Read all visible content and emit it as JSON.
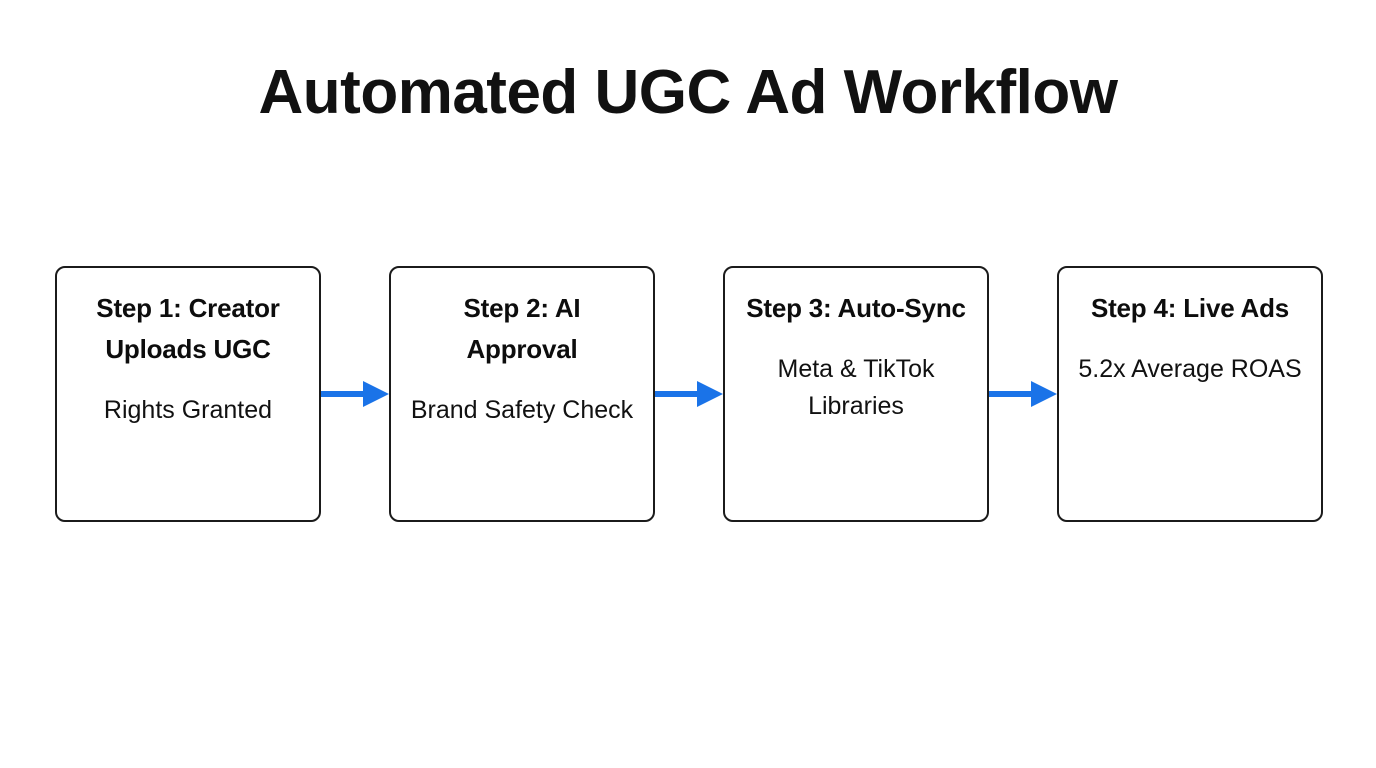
{
  "page": {
    "title": "Automated UGC Ad Workflow",
    "background_color": "#ffffff",
    "text_color": "#111111"
  },
  "theme": {
    "arrow_color": "#1a73e8",
    "box_border_color": "#1b1b1b",
    "box_fill_color": "#ffffff"
  },
  "diagram": {
    "type": "flowchart",
    "orientation": "horizontal",
    "steps": [
      {
        "title": "Step 1: Creator Uploads UGC",
        "subtitle": "Rights Granted"
      },
      {
        "title": "Step 2: AI Approval",
        "subtitle": "Brand Safety Check"
      },
      {
        "title": "Step 3: Auto-Sync",
        "subtitle": "Meta & TikTok Libraries"
      },
      {
        "title": "Step 4: Live Ads",
        "subtitle": "5.2x Average ROAS"
      }
    ],
    "connectors": [
      {
        "icon": "arrow-right-icon",
        "from": "Step 1: Creator Uploads UGC",
        "to": "Step 2: AI Approval"
      },
      {
        "icon": "arrow-right-icon",
        "from": "Step 2: AI Approval",
        "to": "Step 3: Auto-Sync"
      },
      {
        "icon": "arrow-right-icon",
        "from": "Step 3: Auto-Sync",
        "to": "Step 4: Live Ads"
      }
    ]
  }
}
